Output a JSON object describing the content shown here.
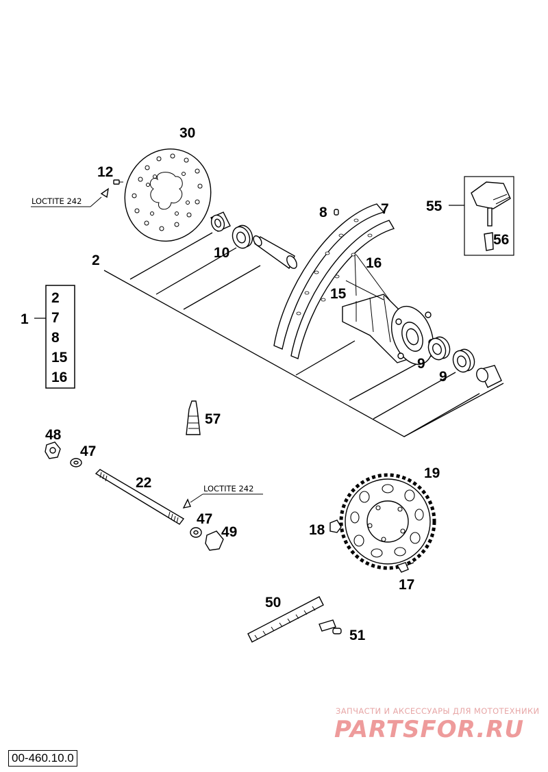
{
  "callouts": {
    "c1": "1",
    "c2": "2",
    "c7": "7",
    "c8": "8",
    "c9a": "9",
    "c9b": "9",
    "c10": "10",
    "c12": "12",
    "c15": "15",
    "c16": "16",
    "c17": "17",
    "c18": "18",
    "c19": "19",
    "c22": "22",
    "c30": "30",
    "c47a": "47",
    "c47b": "47",
    "c48": "48",
    "c49": "49",
    "c50": "50",
    "c51": "51",
    "c55": "55",
    "c56": "56",
    "c57": "57"
  },
  "group_box": {
    "items": [
      "2",
      "7",
      "8",
      "15",
      "16"
    ]
  },
  "notes": {
    "loctite_top": "LOCTITE 242",
    "loctite_axle": "LOCTITE 242"
  },
  "drawing_number": "00-460.10.0",
  "watermark": {
    "tagline": "ЗАПЧАСТИ И АКСЕССУАРЫ ДЛЯ МОТОТЕХНИКИ",
    "brand": "PARTSFOR.RU"
  },
  "colors": {
    "line": "#000000",
    "watermark": "#ee9b9b"
  }
}
